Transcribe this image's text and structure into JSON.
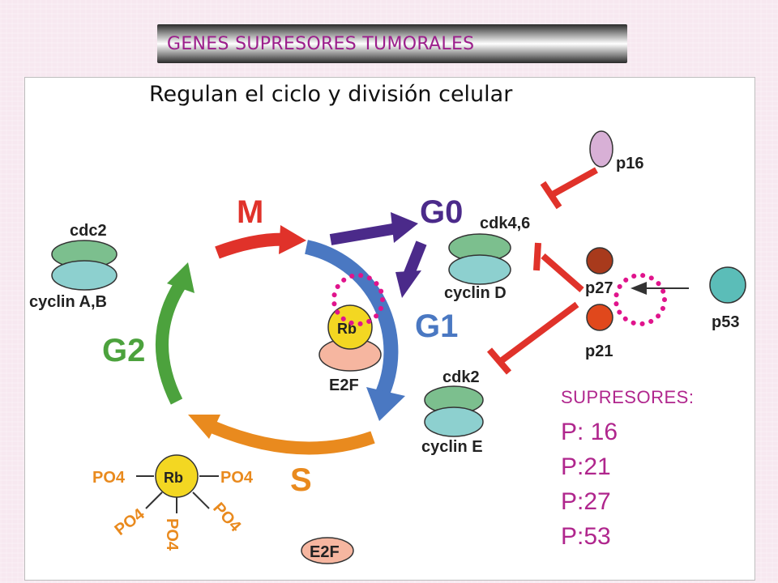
{
  "header": {
    "title": "GENES SUPRESORES TUMORALES",
    "subtitle": "Regulan el ciclo y división celular"
  },
  "phases": {
    "m": "M",
    "g0": "G0",
    "g1": "G1",
    "g2": "G2",
    "s": "S"
  },
  "complexes": {
    "cdc2": "cdc2",
    "cyclin_ab": "cyclin A,B",
    "cdk46": "cdk4,6",
    "cyclin_d": "cyclin D",
    "cdk2": "cdk2",
    "cyclin_e": "cyclin E",
    "rb": "Rb",
    "e2f": "E2F",
    "rb_phos": "Rb",
    "po4": "PO4",
    "e2f_free": "E2F"
  },
  "proteins": {
    "p16": "p16",
    "p27": "p27",
    "p21": "p21",
    "p53": "p53"
  },
  "suppressors": {
    "heading": "SUPRESORES:",
    "items": [
      "P: 16",
      "P:21",
      "P:27",
      "P:53"
    ]
  },
  "colors": {
    "title_text": "#9c1f8c",
    "suppressors_text": "#b0268d",
    "inhibitor": "#e0322a",
    "dotted_circle": "#e0148c"
  }
}
